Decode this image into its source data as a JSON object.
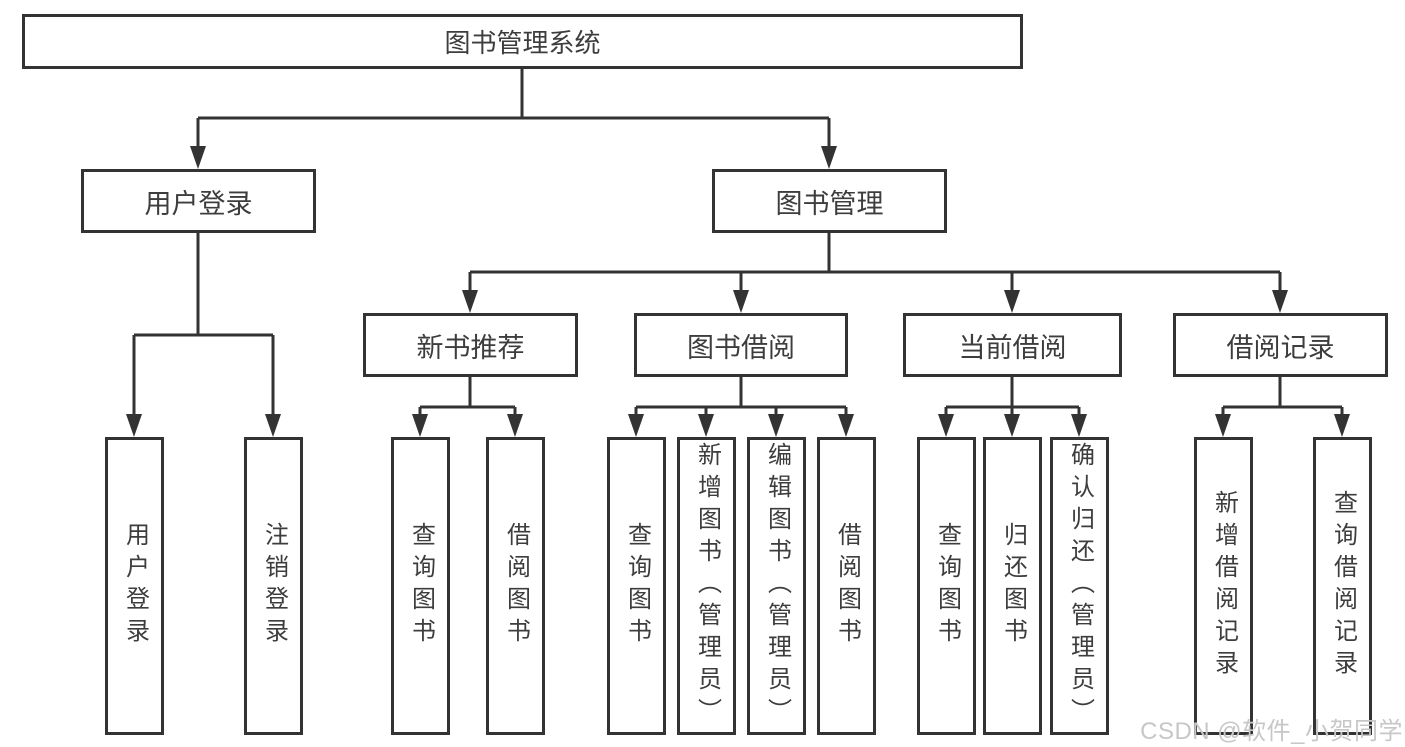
{
  "tree": {
    "root": "图书管理系统",
    "children": [
      {
        "label": "用户登录",
        "children": [
          "用户登录",
          "注销登录"
        ]
      },
      {
        "label": "图书管理",
        "children": [
          {
            "label": "新书推荐",
            "children": [
              "查询图书",
              "借阅图书"
            ]
          },
          {
            "label": "图书借阅",
            "children": [
              "查询图书",
              "新增图书（管理员）",
              "编辑图书（管理员）",
              "借阅图书"
            ]
          },
          {
            "label": "当前借阅",
            "children": [
              "查询图书",
              "归还图书",
              "确认归还（管理员）"
            ]
          },
          {
            "label": "借阅记录",
            "children": [
              "新增借阅记录",
              "查询借阅记录"
            ]
          }
        ]
      }
    ]
  },
  "watermark": "CSDN @软件_小贺同学",
  "colors": {
    "line": "#333333",
    "text": "#3d3d3d",
    "watermark": "#c7c7c7",
    "background": "#ffffff"
  }
}
